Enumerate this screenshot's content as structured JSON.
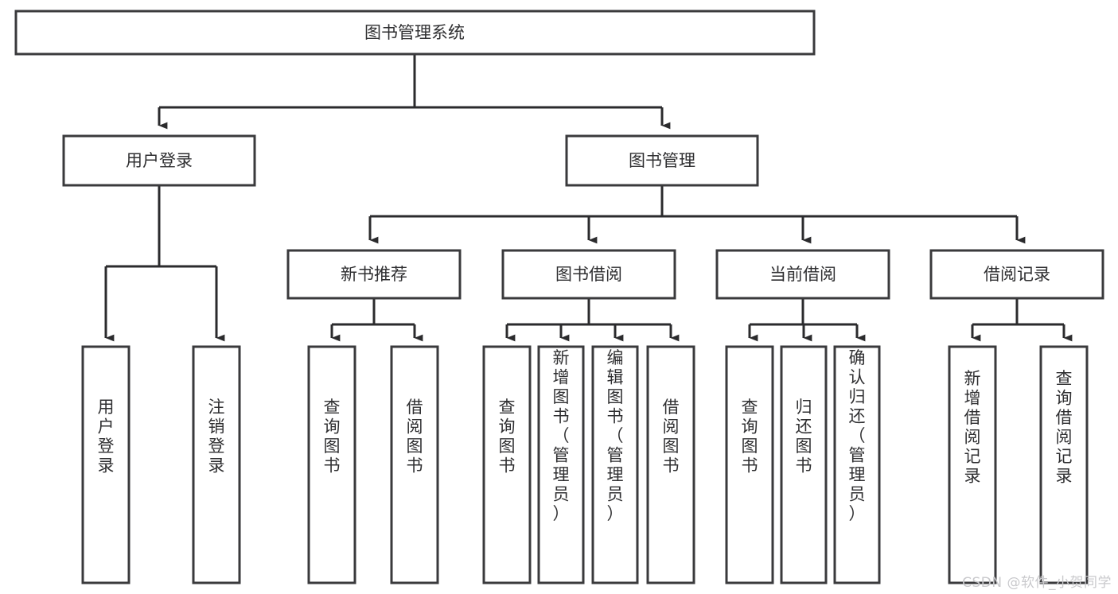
{
  "diagram": {
    "type": "tree",
    "title": "图书管理系统",
    "watermark": "CSDN @软件_小贺同学",
    "colors": {
      "box_stroke": "#3a3a3c",
      "box_fill": "#ffffff",
      "edge": "#2b2b2d",
      "text": "#2f2f31",
      "watermark": "#c9c9cc"
    },
    "levels": {
      "root": {
        "label": "图书管理系统"
      },
      "level2": [
        {
          "label": "用户登录"
        },
        {
          "label": "图书管理"
        }
      ],
      "level3": [
        {
          "label": "新书推荐"
        },
        {
          "label": "图书借阅"
        },
        {
          "label": "当前借阅"
        },
        {
          "label": "借阅记录"
        }
      ],
      "leaves": [
        {
          "label": "用户登录",
          "parent": "用户登录"
        },
        {
          "label": "注销登录",
          "parent": "用户登录"
        },
        {
          "label": "查询图书",
          "parent": "新书推荐"
        },
        {
          "label": "借阅图书",
          "parent": "新书推荐"
        },
        {
          "label": "查询图书",
          "parent": "图书借阅"
        },
        {
          "label": "新增图书（管理员）",
          "parent": "图书借阅"
        },
        {
          "label": "编辑图书（管理员）",
          "parent": "图书借阅"
        },
        {
          "label": "借阅图书",
          "parent": "图书借阅"
        },
        {
          "label": "查询图书",
          "parent": "当前借阅"
        },
        {
          "label": "归还图书",
          "parent": "当前借阅"
        },
        {
          "label": "确认归还（管理员）",
          "parent": "当前借阅"
        },
        {
          "label": "新增借阅记录",
          "parent": "借阅记录"
        },
        {
          "label": "查询借阅记录",
          "parent": "借阅记录"
        }
      ]
    },
    "edges": [
      {
        "from": "图书管理系统",
        "to": "用户登录"
      },
      {
        "from": "图书管理系统",
        "to": "图书管理"
      },
      {
        "from": "用户登录",
        "to": "用户登录"
      },
      {
        "from": "用户登录",
        "to": "注销登录"
      },
      {
        "from": "图书管理",
        "to": "新书推荐"
      },
      {
        "from": "图书管理",
        "to": "图书借阅"
      },
      {
        "from": "图书管理",
        "to": "当前借阅"
      },
      {
        "from": "图书管理",
        "to": "借阅记录"
      },
      {
        "from": "新书推荐",
        "to": "查询图书"
      },
      {
        "from": "新书推荐",
        "to": "借阅图书"
      },
      {
        "from": "图书借阅",
        "to": "查询图书"
      },
      {
        "from": "图书借阅",
        "to": "新增图书（管理员）"
      },
      {
        "from": "图书借阅",
        "to": "编辑图书（管理员）"
      },
      {
        "from": "图书借阅",
        "to": "借阅图书"
      },
      {
        "from": "当前借阅",
        "to": "查询图书"
      },
      {
        "from": "当前借阅",
        "to": "归还图书"
      },
      {
        "from": "当前借阅",
        "to": "确认归还（管理员）"
      },
      {
        "from": "借阅记录",
        "to": "新增借阅记录"
      },
      {
        "from": "借阅记录",
        "to": "查询借阅记录"
      }
    ]
  }
}
